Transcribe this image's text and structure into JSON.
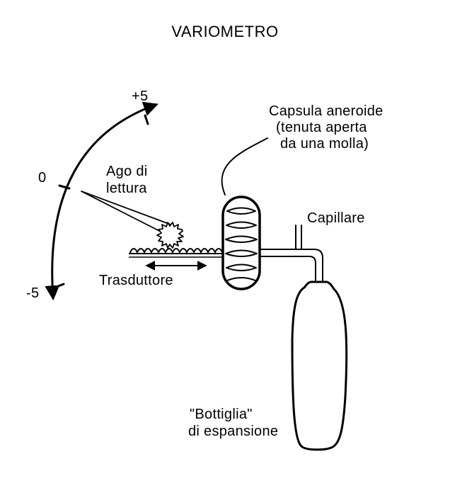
{
  "title": "VARIOMETRO",
  "scale": {
    "plus": "+5",
    "zero": "0",
    "minus": "-5"
  },
  "needle_label": [
    "Ago di",
    "lettura"
  ],
  "capsule_label": [
    "Capsula aneroide",
    "(tenuta aperta",
    "da una molla)"
  ],
  "capillary_label": "Capillare",
  "transducer_label": "Trasduttore",
  "bottle_label": [
    "\"Bottiglia\"",
    "di espansione"
  ]
}
